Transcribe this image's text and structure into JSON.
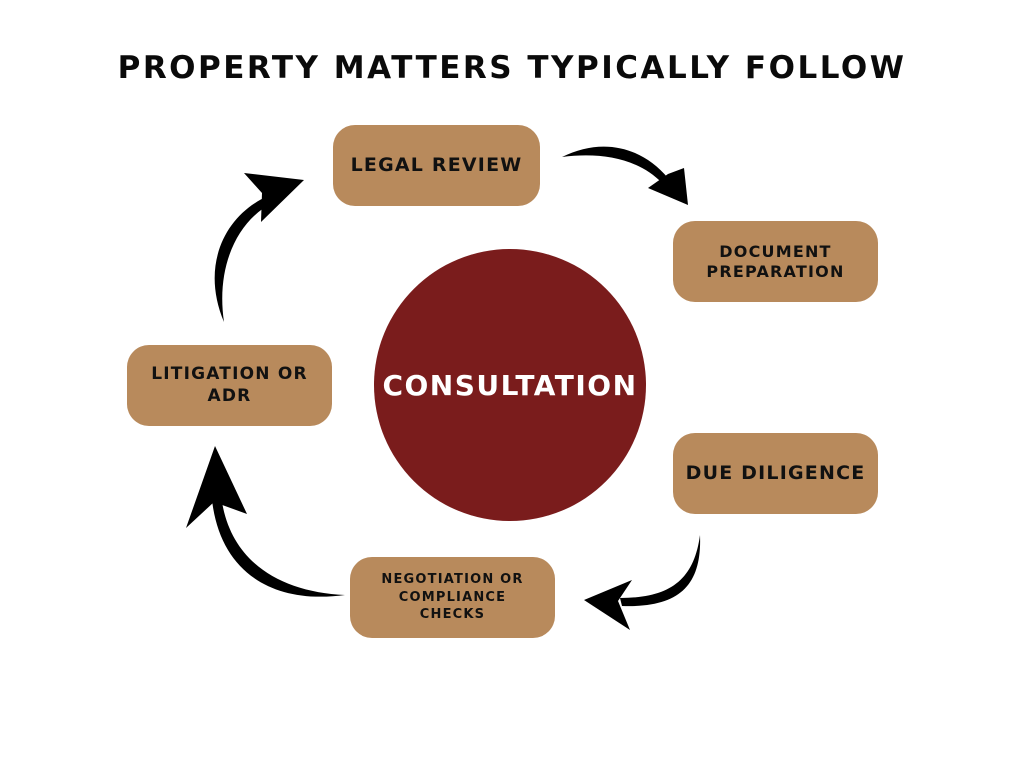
{
  "title": "PROPERTY MATTERS TYPICALLY FOLLOW",
  "center": {
    "label": "CONSULTATION",
    "color": "#7A1C1C"
  },
  "box_color": "#B88A5C",
  "steps": [
    {
      "label": "LEGAL REVIEW"
    },
    {
      "label_lines": [
        "DOCUMENT",
        "PREPARATION"
      ]
    },
    {
      "label": "DUE DILIGENCE"
    },
    {
      "label_lines": [
        "NEGOTIATION OR",
        "COMPLIANCE",
        "CHECKS"
      ]
    },
    {
      "label_lines": [
        "LITIGATION OR",
        "ADR"
      ]
    }
  ],
  "arrows": [
    {
      "from": "LEGAL REVIEW",
      "to": "DOCUMENT PREPARATION",
      "icon": "curved-arrow-icon"
    },
    {
      "from": "DUE DILIGENCE",
      "to": "NEGOTIATION OR COMPLIANCE CHECKS",
      "icon": "curved-arrow-icon"
    },
    {
      "from": "NEGOTIATION OR COMPLIANCE CHECKS",
      "to": "LITIGATION OR ADR",
      "icon": "curved-arrow-icon"
    },
    {
      "from": "LITIGATION OR ADR",
      "to": "LEGAL REVIEW",
      "icon": "curved-arrow-icon"
    }
  ]
}
